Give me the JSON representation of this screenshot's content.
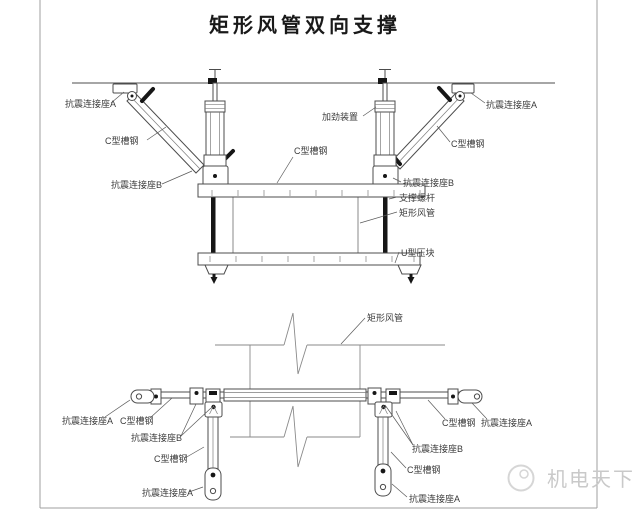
{
  "title": "矩形风管双向支撑",
  "upper": {
    "seat_a_left": "抗震连接座A",
    "channel_left": "C型槽钢",
    "seat_b_left": "抗震连接座B",
    "stiffener": "加劲装置",
    "channel_mid": "C型槽钢",
    "seat_b_right": "抗震连接座B",
    "support_rod": "支撑螺杆",
    "duct": "矩形风管",
    "u_clamp": "U型压块",
    "seat_a_right": "抗震连接座A",
    "channel_right": "C型槽钢"
  },
  "lower": {
    "duct": "矩形风管",
    "seat_a_left_end": "抗震连接座A",
    "channel_left": "C型槽钢",
    "seat_b_left": "抗震连接座B",
    "channel_left_brace": "C型槽钢",
    "seat_a_left_bottom": "抗震连接座A",
    "channel_right": "C型槽钢",
    "seat_a_right_end": "抗震连接座A",
    "seat_b_right": "抗震连接座B",
    "channel_right_brace": "C型槽钢",
    "seat_a_right_bottom": "抗震连接座A"
  },
  "watermark": "机电天下",
  "colors": {
    "line": "#4c4c4c",
    "duct_line": "#8a8a8a",
    "text": "#3b3b3b",
    "bolt": "#161616",
    "watermark": "#c9c9c9",
    "frame": "#9f9f9f",
    "background": "#ffffff"
  }
}
